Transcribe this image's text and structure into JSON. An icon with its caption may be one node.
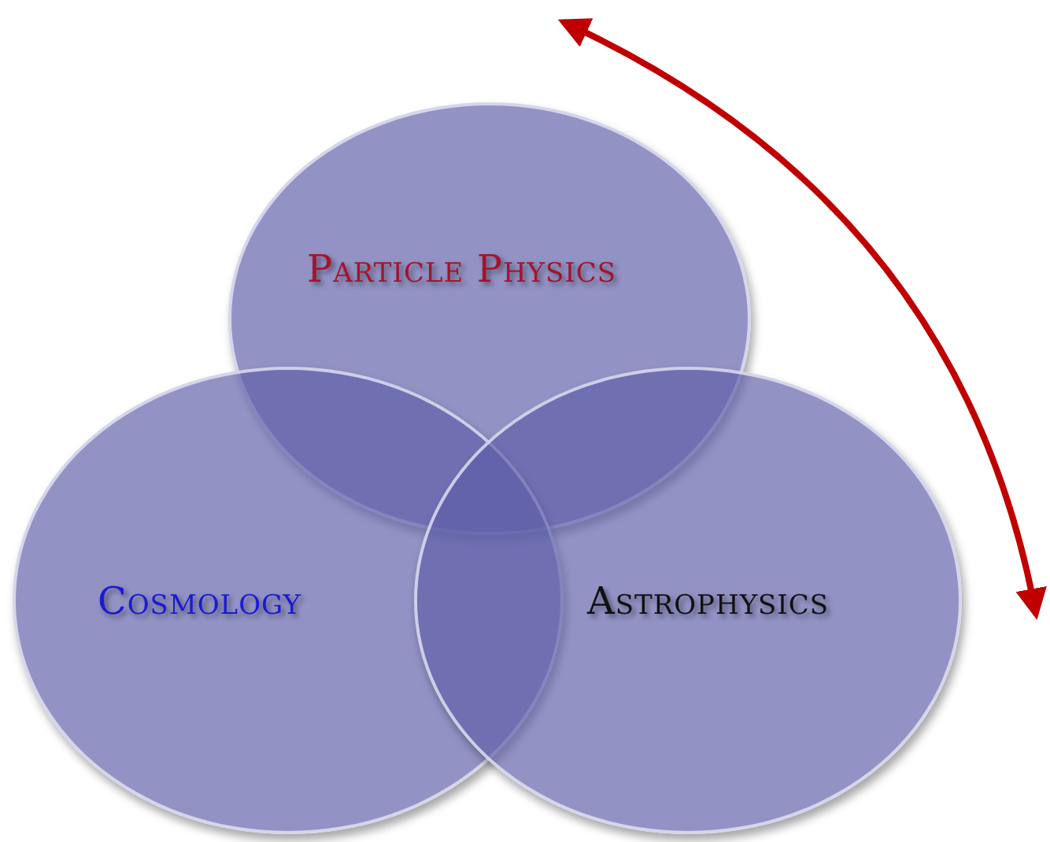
{
  "diagram": {
    "nodes": [
      {
        "text": [
          "Particle Physics"
        ]
      },
      {
        "text": [
          "Cosmology"
        ]
      },
      {
        "text": [
          "Astrophysics"
        ]
      }
    ]
  }
}
